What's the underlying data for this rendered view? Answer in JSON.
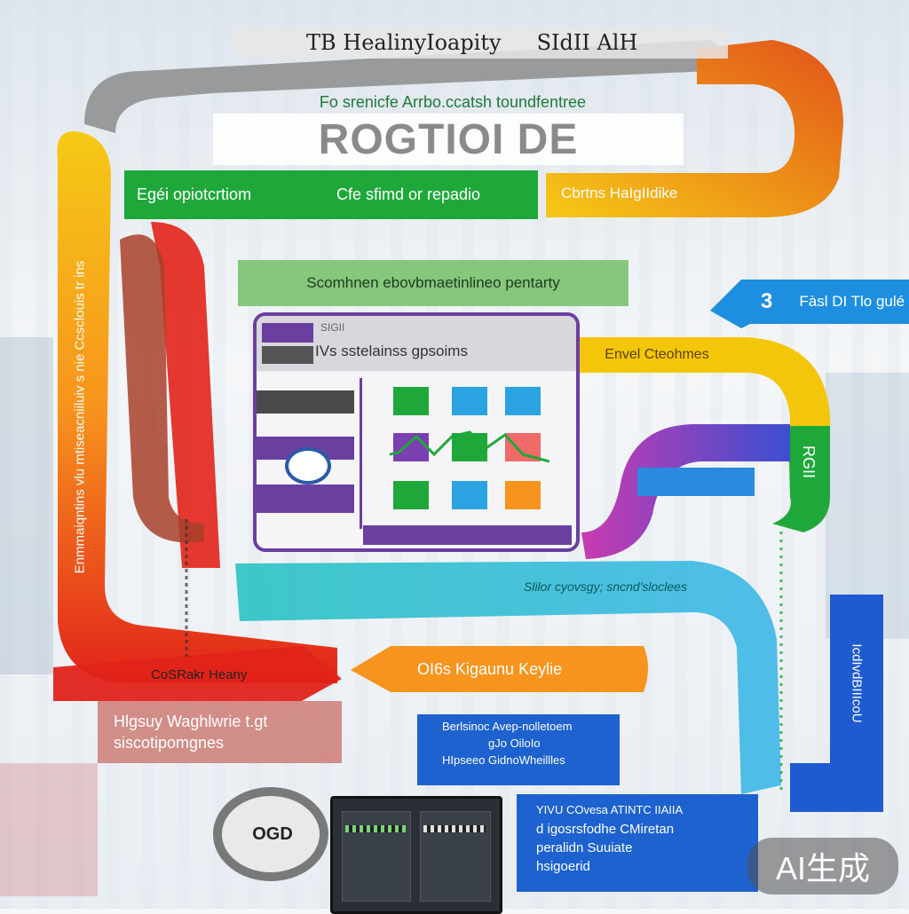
{
  "header": {
    "title": "TB HealinyIoapity",
    "title_right": "SIdII AlH",
    "subtitle": "Fo srenicfe Arrbo.ccatsh toundfentree",
    "main": "ROGTIOI DE"
  },
  "labels": {
    "green_bar_left": "Egéi  opiotcrtiom",
    "green_bar_right": "Cfe sfimd or repadio",
    "orange_top_right": "Cbrtns HaIgIIdike",
    "light_green_banner": "Scomhnen ebovbmaetinlineo pentarty",
    "blue_top_right_num": "3",
    "blue_top_right_text": "Fàsl DI Tlo gulé",
    "yellow_right": "Envel Cteohmes",
    "purple_panel_title": "SIGII",
    "purple_panel_sub": "IVs sstelainss gpsoims",
    "green_vertical": "RGII",
    "left_vertical": "Enmmaiqntins vlu mtiseacniiluiv s nie Ccsclouis tr ins",
    "teal_band": "Slilor cyovsgy; sncnd'sloclees",
    "orange_mid": "OI6s  Kigaunu Keylie",
    "red_left": "CoSRakr   Heany",
    "red_lower_1": "Hlgsuy  Waghlwrie t.gt",
    "red_lower_2": "siscotipomgnes",
    "blue_center_1": "Berlsinoc Avep-nolletoem",
    "blue_center_2": "gJo OiloIo",
    "blue_center_3": "HIpseeo GidnoWheillles",
    "blue_right_vertical": "IcdIvdBIIIcoU",
    "bottom_blue_1": "YIVU COvesa  ATINTC IIAIIA",
    "bottom_blue_2": "d igosrsfodhe CMiretan",
    "bottom_blue_3": "peralidn Suuiate",
    "bottom_blue_4": "hsigoerid",
    "gray_circle": "OGD",
    "watermark": "AI生成"
  },
  "colors": {
    "green": "#1fa83a",
    "orange": "#f7941d",
    "yellow": "#f4c60a",
    "red": "#e2231a",
    "purple": "#6b3fa0",
    "teal": "#2ec4c4",
    "blue": "#1d6fd6",
    "light_green": "#7cc576",
    "gray": "#8a8a8a"
  }
}
